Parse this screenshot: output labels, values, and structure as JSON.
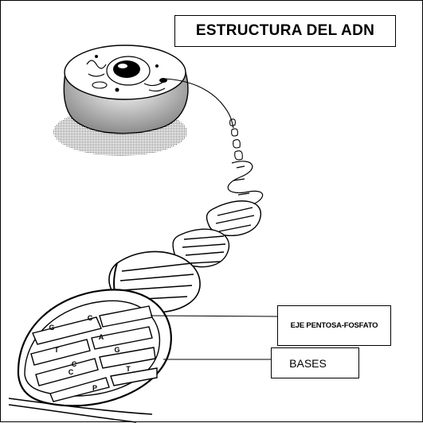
{
  "title": "ESTRUCTURA DEL ADN",
  "labels": {
    "backbone": "EJE PENTOSA-FOSFATO",
    "bases": "BASES"
  },
  "base_letters": [
    "G",
    "C",
    "T",
    "A",
    "C",
    "G",
    "C",
    "P",
    "T"
  ],
  "colors": {
    "ink": "#000000",
    "paper": "#ffffff",
    "shade": "#9a9a9a"
  }
}
